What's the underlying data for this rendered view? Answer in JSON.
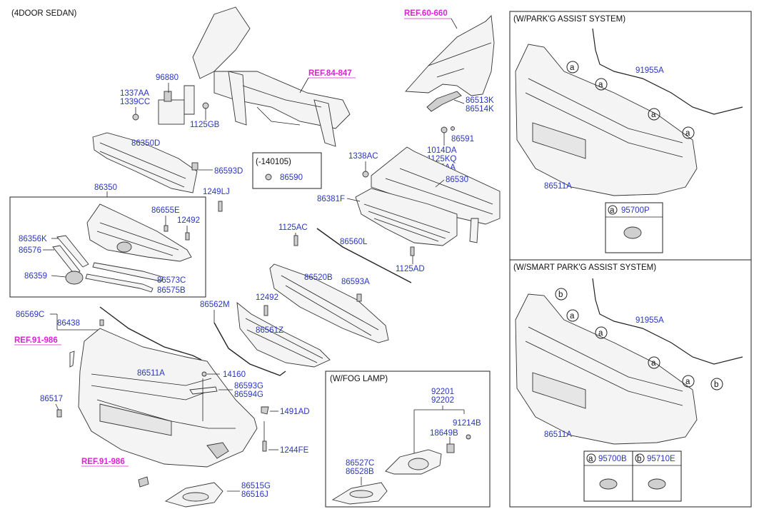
{
  "title": "(4DOOR SEDAN)",
  "refs": {
    "r1": "REF.60-660",
    "r2": "REF.84-847",
    "r3": "REF.91-986",
    "r4": "REF.91-986"
  },
  "labels": {
    "l96880": "96880",
    "l1337aa": "1337AA",
    "l1339cc": "1339CC",
    "l1125gb": "1125GB",
    "l86350d": "86350D",
    "l86593d": "86593D",
    "l140105": "(-140105)",
    "l86590": "86590",
    "l1338ac": "1338AC",
    "l86513k": "86513K",
    "l86514k": "86514K",
    "l86591": "86591",
    "l1014da": "1014DA",
    "l1125kq": "1125KQ",
    "l1125aa": "1125AA",
    "l86530": "86530",
    "l86381f": "86381F",
    "l86350": "86350",
    "l1249lj": "1249LJ",
    "l86655e": "86655E",
    "l12492a": "12492",
    "l86356k": "86356K",
    "l86576": "86576",
    "l86359": "86359",
    "l86573c": "86573C",
    "l86575b": "86575B",
    "l1125ac": "1125AC",
    "l86560l": "86560L",
    "l1125ad": "1125AD",
    "l86520b": "86520B",
    "l86593a": "86593A",
    "l86569c": "86569C",
    "l86438": "86438",
    "l86562m": "86562M",
    "l12492b": "12492",
    "l86561z": "86561Z",
    "l86511a": "86511A",
    "l14160": "14160",
    "l86593g": "86593G",
    "l86594g": "86594G",
    "l86517": "86517",
    "l1491ad": "1491AD",
    "l1244fe": "1244FE",
    "l86515g": "86515G",
    "l86516j": "86516J"
  },
  "fog": {
    "title": "(W/FOG LAMP)",
    "l92201": "92201",
    "l92202": "92202",
    "l91214b": "91214B",
    "l18649b": "18649B",
    "l86527c": "86527C",
    "l86528b": "86528B"
  },
  "park": {
    "title": "(W/PARK'G ASSIST SYSTEM)",
    "l91955a": "91955A",
    "l86511a": "86511A",
    "callout_a": "a",
    "part_letter": "a",
    "part_no": "95700P"
  },
  "smart": {
    "title": "(W/SMART PARK'G ASSIST SYSTEM)",
    "l91955a": "91955A",
    "l86511a": "86511A",
    "callout_a": "a",
    "callout_b": "b",
    "p1_letter": "a",
    "p1_no": "95700B",
    "p2_letter": "b",
    "p2_no": "95710E"
  },
  "colors": {
    "label": "#2a35c8",
    "ref": "#e020d8",
    "line": "#222222"
  }
}
